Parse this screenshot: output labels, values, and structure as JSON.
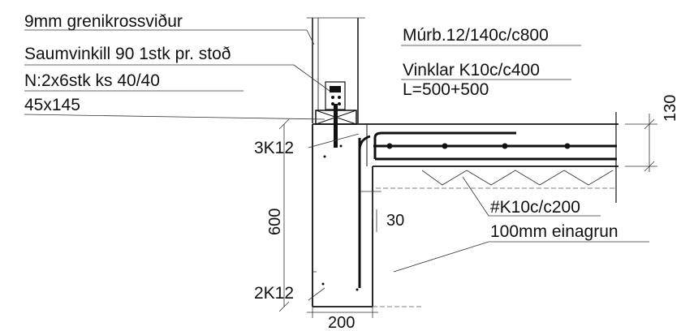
{
  "labels": {
    "plywood": "9mm grenikrossviður",
    "angle_bracket": "Saumvinkill 90 1stk pr. stoð",
    "nails": "N:2x6stk ks 40/40",
    "timber": "45x145",
    "reinforcement_top": "Múrb.12/140c/c800",
    "corner_bars": "Vinklar K10c/c400",
    "corner_bar_length": "L=500+500",
    "mesh": "#K10c/c200",
    "insulation": "100mm einagrun",
    "bars_top": "3K12",
    "bars_bottom": "2K12"
  },
  "dimensions": {
    "wall_height": "600",
    "wall_width": "200",
    "offset": "30",
    "slab_thickness": "130"
  }
}
